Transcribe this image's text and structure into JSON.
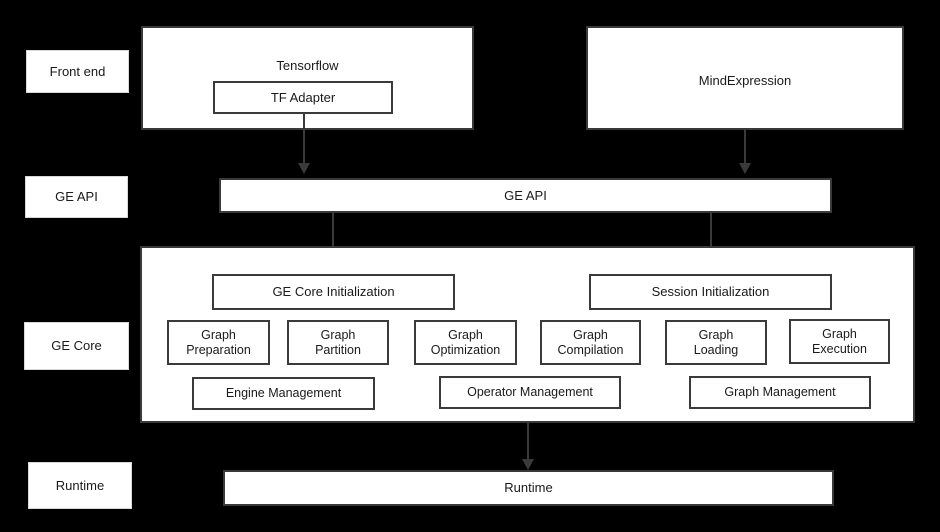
{
  "diagram": {
    "title": "GE architecture layered diagram",
    "background_color": "#000000",
    "box_fill": "#ffffff",
    "box_stroke": "#3a3a3a",
    "text_color": "#1a1a1a"
  },
  "lanes": [
    {
      "id": "front-end",
      "label": "Front end"
    },
    {
      "id": "ge-api",
      "label": "GE API"
    },
    {
      "id": "ge-core",
      "label": "GE Core"
    },
    {
      "id": "runtime",
      "label": "Runtime"
    }
  ],
  "frontend": {
    "tensorflow": {
      "label": "Tensorflow"
    },
    "tf_adapter": {
      "label": "TF Adapter"
    },
    "mindexpression": {
      "label": "MindExpression"
    }
  },
  "api": {
    "bar_label": "GE API"
  },
  "core": {
    "init_boxes": [
      {
        "label": "GE Core Initialization"
      },
      {
        "label": "Session Initialization"
      }
    ],
    "unit_boxes": [
      {
        "line1": "Graph",
        "line2": "Preparation"
      },
      {
        "line1": "Graph",
        "line2": "Partition"
      },
      {
        "line1": "Graph",
        "line2": "Optimization"
      },
      {
        "line1": "Graph",
        "line2": "Compilation"
      },
      {
        "line1": "Graph",
        "line2": "Loading"
      },
      {
        "line1": "Graph",
        "line2": "Execution"
      }
    ],
    "management_boxes": [
      {
        "label": "Engine Management"
      },
      {
        "label": "Operator Management"
      },
      {
        "label": "Graph Management"
      }
    ]
  },
  "runtime": {
    "bar_label": "Runtime"
  },
  "connectors": [
    {
      "id": "tf-adapter-to-ge-api",
      "from": "TF Adapter",
      "to": "GE API"
    },
    {
      "id": "mindexpression-to-ge-api",
      "from": "MindExpression",
      "to": "GE API"
    },
    {
      "id": "ge-api-to-ge-core-init",
      "from": "GE API",
      "to": "GE Core Initialization"
    },
    {
      "id": "ge-api-to-session-init",
      "from": "GE API",
      "to": "Session Initialization"
    },
    {
      "id": "ge-core-to-runtime",
      "from": "GE Core",
      "to": "Runtime"
    }
  ]
}
